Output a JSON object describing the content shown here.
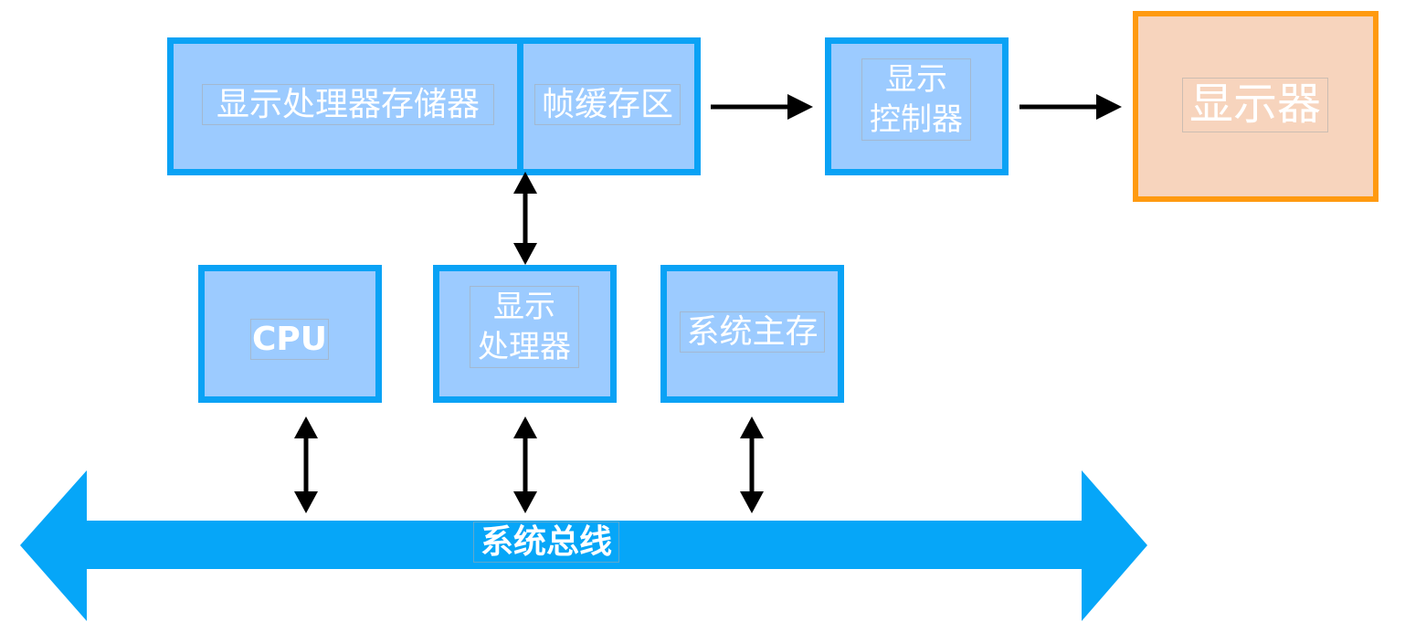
{
  "memory_block": {
    "processor_memory": "显示处理器存储器",
    "frame_buffer": "帧缓存区"
  },
  "display_controller": {
    "line1": "显示",
    "line2": "控制器"
  },
  "monitor": {
    "label": "显示器"
  },
  "cpu": {
    "label": "CPU"
  },
  "display_processor": {
    "line1": "显示",
    "line2": "处理器"
  },
  "system_memory": {
    "label": "系统主存"
  },
  "system_bus": {
    "label": "系统总线"
  },
  "colors": {
    "box_fill": "#9ccbff",
    "box_border": "#0aa2f5",
    "bus": "#06a6f8",
    "monitor_fill": "#f7d4bd",
    "monitor_border": "#ff9a10",
    "arrow": "#000000"
  }
}
